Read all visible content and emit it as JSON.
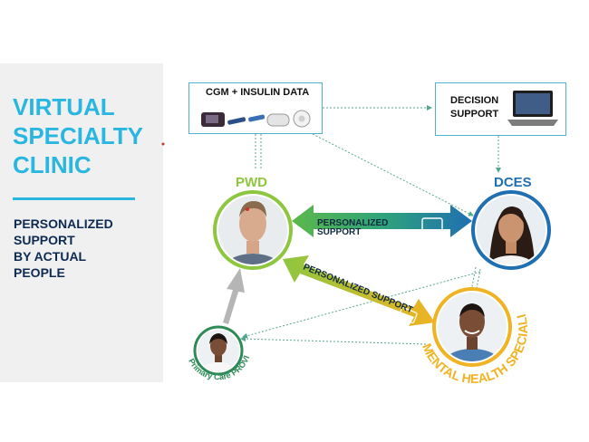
{
  "sidebar": {
    "title_lines": [
      "VIRTUAL",
      "SPECIALTY",
      "CLINIC"
    ],
    "subtitle_lines": [
      "PERSONALIZED",
      "SUPPORT",
      "BY ACTUAL",
      "PEOPLE"
    ]
  },
  "boxes": {
    "cgm": "CGM + INSULIN DATA",
    "decision": [
      "DECISION",
      "SUPPORT"
    ]
  },
  "nodes": {
    "pwd": "PWD",
    "dces": "DCES",
    "primary_care": "Primary Care PROVIDER",
    "mental_health": "MENTAL HEALTH SPECIALIST"
  },
  "arrows": {
    "top_support": [
      "PERSONALIZED",
      "SUPPORT"
    ],
    "diag_support": "PERSONALIZED SUPPORT"
  },
  "colors": {
    "accent_blue": "#29b6e0",
    "pwd_green": "#8dc63f",
    "dces_blue": "#1f6fb2",
    "mh_gold": "#f0b323",
    "pcp_green": "#2e8b57",
    "dark_navy": "#0d2a52"
  }
}
